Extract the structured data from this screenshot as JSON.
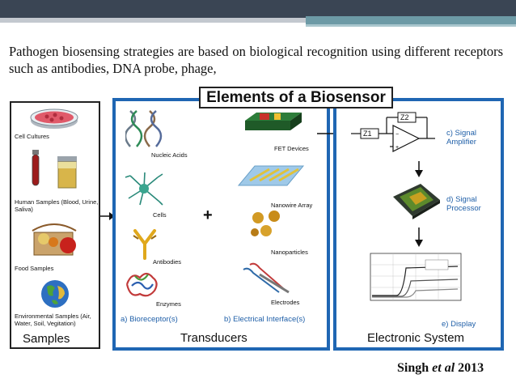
{
  "intro_text": "Pathogen biosensing strategies are based on biological recognition using different receptors such as antibodies, DNA probe, phage,",
  "figure": {
    "title": "Elements of a Biosensor",
    "samples": {
      "heading": "Samples",
      "items": [
        "Cell Cultures",
        "Human Samples (Blood, Urine, Saliva)",
        "Food Samples",
        "Environmental Samples (Air, Water, Soil, Vegitation)"
      ]
    },
    "transducers": {
      "heading": "Transducers",
      "bioreceptors_caption": "a) Bioreceptor(s)",
      "bioreceptors": [
        "Nucleic Acids",
        "Cells",
        "Antibodies",
        "Enzymes"
      ],
      "plus": "+",
      "interfaces_caption": "b) Electrical Interface(s)",
      "interfaces": [
        "FET Devices",
        "Nanowire Array",
        "Nanoparticles",
        "Electrodes"
      ]
    },
    "electronic": {
      "heading": "Electronic System",
      "z1": "Z1",
      "z2": "Z2",
      "amplifier": "c) Signal Amplifier",
      "processor": "d) Signal Processor",
      "display": "e) Display"
    }
  },
  "citation": {
    "author": "Singh",
    "etal": "et al",
    "year": "2013"
  }
}
